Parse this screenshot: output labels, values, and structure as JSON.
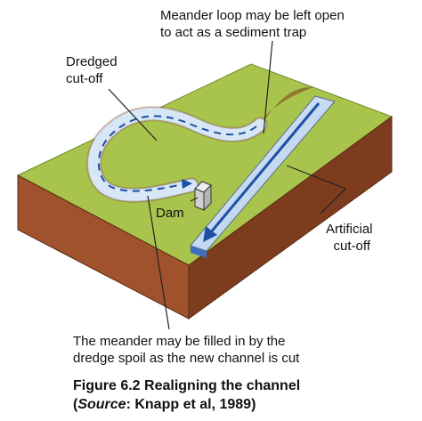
{
  "labels": {
    "meander_loop": {
      "line1": "Meander loop may be left open",
      "line2": "to act as a sediment trap"
    },
    "dredged_cutoff": {
      "line1": "Dredged",
      "line2": "cut-off"
    },
    "dam": "Dam",
    "artificial_cutoff": {
      "line1": "Artificial",
      "line2": "cut-off"
    },
    "meander_filled": {
      "line1": "The meander may be filled in by the",
      "line2": "dredge spoil as the new channel is cut"
    }
  },
  "caption": {
    "line1": "Figure 6.2 Realigning the channel",
    "open_paren": "(",
    "source_word": "Source",
    "source_rest": ": Knapp et al, 1989)"
  },
  "colors": {
    "grass": "#a9c44d",
    "soil_front": "#a0522d",
    "soil_side": "#7e3c1e",
    "water": "#cfe0f2",
    "arrow": "#1d4fa3",
    "outline": "#222222"
  }
}
